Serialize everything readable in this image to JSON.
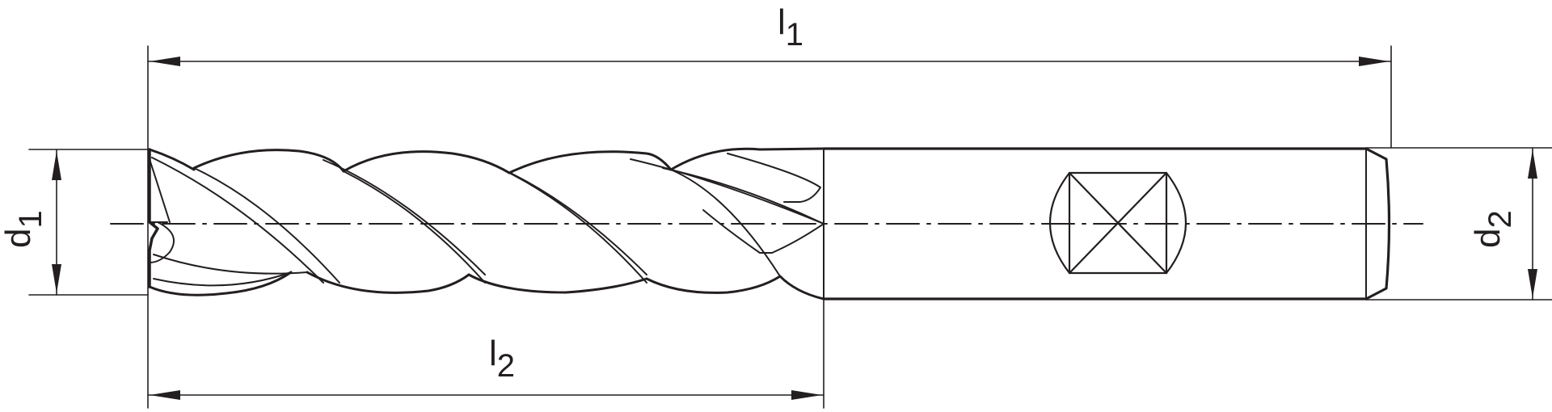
{
  "diagram": {
    "type": "technical drawing",
    "subject": "4-flute end mill (side view) with Weldon flat on shank",
    "stroke_color": "#231f20",
    "background": "#ffffff"
  },
  "dimensions": {
    "l1": {
      "symbol": "l",
      "index": "1",
      "description": "overall length"
    },
    "l2": {
      "symbol": "l",
      "index": "2",
      "description": "flute length"
    },
    "d1": {
      "symbol": "d",
      "index": "1",
      "description": "cutting diameter"
    },
    "d2": {
      "symbol": "d",
      "index": "2",
      "description": "shank diameter"
    }
  }
}
